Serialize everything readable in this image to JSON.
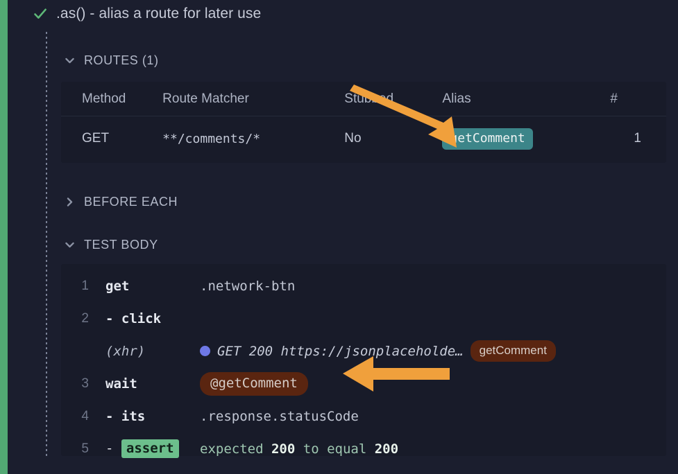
{
  "theme": {
    "background": "#1b1e2e",
    "panel_background": "#181b29",
    "pass_stripe": "#52a873",
    "check_green": "#5eb878",
    "alias_teal": "#3c8589",
    "alias_brown": "#5a2510",
    "assert_green": "#6cbf8c",
    "xhr_dot_blue": "#6e78e6",
    "annotation_orange": "#f0a03c"
  },
  "test": {
    "status_icon": "check-icon",
    "title": ".as() - alias a route for later use"
  },
  "sections": [
    {
      "id": "routes",
      "label": "ROUTES (1)",
      "expanded": true,
      "chevron": "chevron-down-icon"
    },
    {
      "id": "before_each",
      "label": "BEFORE EACH",
      "expanded": false,
      "chevron": "chevron-right-icon"
    },
    {
      "id": "test_body",
      "label": "TEST BODY",
      "expanded": true,
      "chevron": "chevron-down-icon"
    }
  ],
  "routes_table": {
    "columns": [
      "Method",
      "Route Matcher",
      "Stubbed",
      "Alias",
      "#"
    ],
    "rows": [
      {
        "method": "GET",
        "route_matcher": "**/comments/*",
        "stubbed": "No",
        "alias": "getComment",
        "count": "1"
      }
    ]
  },
  "command_log": {
    "rows": [
      {
        "num": "1",
        "name": "get",
        "kind": "parent",
        "message": ".network-btn",
        "message_style": "mono"
      },
      {
        "num": "2",
        "name": "click",
        "kind": "child",
        "message": "",
        "message_style": "mono"
      },
      {
        "num": "",
        "name": "(xhr)",
        "kind": "xhr",
        "message": "GET 200 https://jsonplaceholde…",
        "alias_badge": "getComment",
        "dot": "xhr-status-dot"
      },
      {
        "num": "3",
        "name": "wait",
        "kind": "parent",
        "alias_pill": "@getComment"
      },
      {
        "num": "4",
        "name": "its",
        "kind": "child",
        "message": ".response.statusCode",
        "message_style": "mono"
      },
      {
        "num": "5",
        "name": "assert",
        "kind": "assert",
        "badge": "assert",
        "assert_parts": {
          "prefix": "expected",
          "actual": "200",
          "middle": "to equal",
          "expected": "200"
        }
      }
    ]
  },
  "annotations": [
    {
      "id": "arrow-1",
      "shape": "arrow",
      "direction": "down-right",
      "points_to": "routes-alias-badge",
      "color": "#f0a03c"
    },
    {
      "id": "arrow-2",
      "shape": "arrow",
      "direction": "left",
      "points_to": "wait-alias-pill",
      "color": "#f0a03c"
    }
  ]
}
